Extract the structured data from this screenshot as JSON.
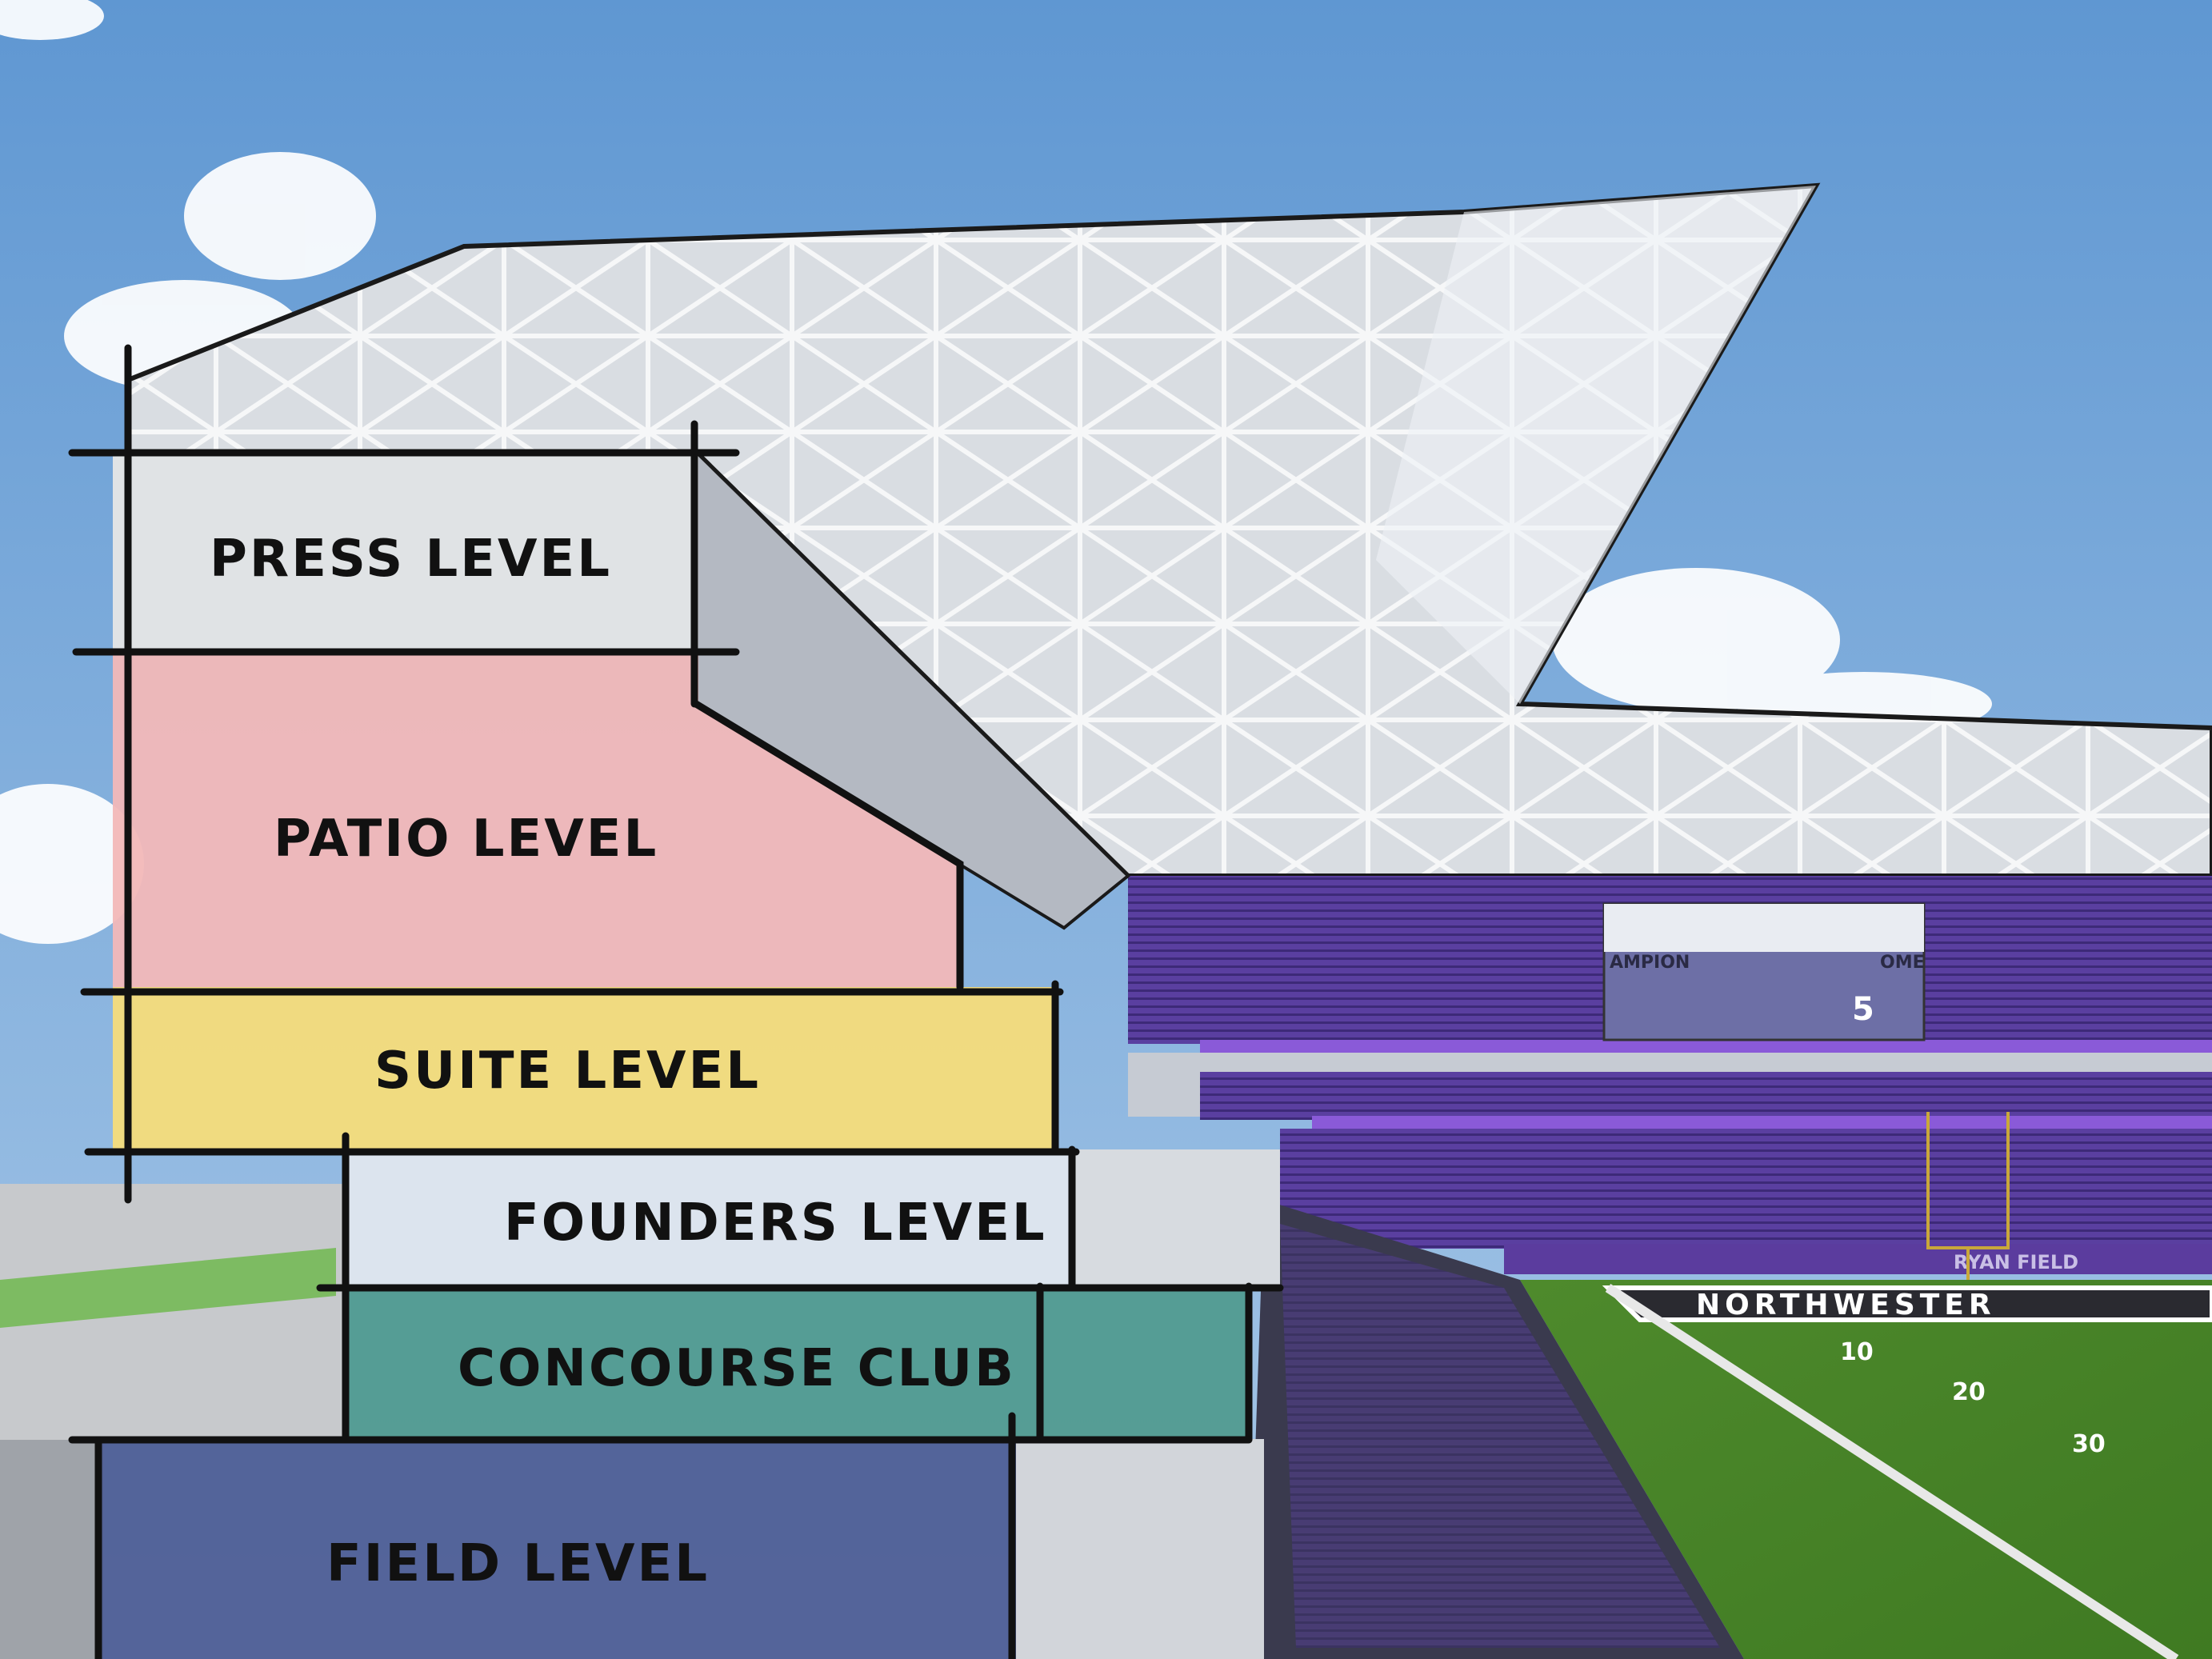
{
  "diagram": {
    "levels": [
      {
        "label": "PRESS LEVEL",
        "color": "#e6e6e6"
      },
      {
        "label": "PATIO LEVEL",
        "color": "#f2b8b8"
      },
      {
        "label": "SUITE LEVEL",
        "color": "#f5dc7a"
      },
      {
        "label": "FOUNDERS LEVEL",
        "color": "#dfe6ee"
      },
      {
        "label": "CONCOURSE CLUB",
        "color": "#4f9a8e"
      },
      {
        "label": "FIELD LEVEL",
        "color": "#4f5f96"
      }
    ],
    "scoreboard_text": [
      "AMPION",
      "OME",
      "5"
    ],
    "wall_text": "RYAN FIELD",
    "endzone_text": "NORTHWESTER",
    "yard_numbers": [
      "10",
      "20",
      "30"
    ]
  }
}
